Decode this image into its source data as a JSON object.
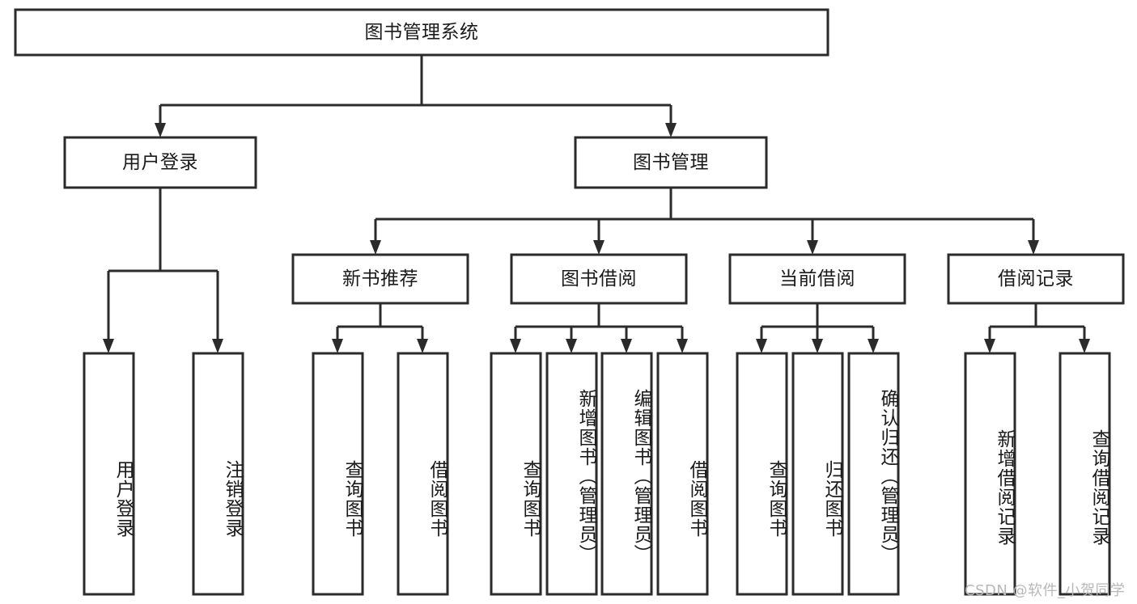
{
  "diagram": {
    "type": "tree",
    "title": "图书管理系统",
    "orientation": "top-down",
    "colors": {
      "box_stroke": "#2b2b2b",
      "box_fill": "#ffffff",
      "text": "#1a1a1a",
      "background": "#ffffff",
      "watermark": "#b8b8b8"
    },
    "nodes": {
      "root": {
        "label": "图书管理系统",
        "level": 0,
        "orientation": "horizontal"
      },
      "l1": [
        {
          "id": "user-login",
          "label": "用户登录",
          "level": 1,
          "orientation": "horizontal"
        },
        {
          "id": "book-manage",
          "label": "图书管理",
          "level": 1,
          "orientation": "horizontal"
        }
      ],
      "l2": [
        {
          "id": "new-book-rec",
          "label": "新书推荐",
          "level": 2,
          "orientation": "horizontal",
          "parent": "book-manage"
        },
        {
          "id": "book-borrow",
          "label": "图书借阅",
          "level": 2,
          "orientation": "horizontal",
          "parent": "book-manage"
        },
        {
          "id": "current-borrow",
          "label": "当前借阅",
          "level": 2,
          "orientation": "horizontal",
          "parent": "book-manage"
        },
        {
          "id": "borrow-record",
          "label": "借阅记录",
          "level": 2,
          "orientation": "horizontal",
          "parent": "book-manage"
        }
      ],
      "leaves": [
        {
          "id": "leaf-user-login",
          "label": "用户登录",
          "parent": "user-login",
          "orientation": "vertical"
        },
        {
          "id": "leaf-user-logout",
          "label": "注销登录",
          "parent": "user-login",
          "orientation": "vertical"
        },
        {
          "id": "leaf-rec-query",
          "label": "查询图书",
          "parent": "new-book-rec",
          "orientation": "vertical"
        },
        {
          "id": "leaf-rec-borrow",
          "label": "借阅图书",
          "parent": "new-book-rec",
          "orientation": "vertical"
        },
        {
          "id": "leaf-borrow-query",
          "label": "查询图书",
          "parent": "book-borrow",
          "orientation": "vertical"
        },
        {
          "id": "leaf-borrow-add",
          "label": "新增图书（管理员）",
          "parent": "book-borrow",
          "orientation": "vertical"
        },
        {
          "id": "leaf-borrow-edit",
          "label": "编辑图书（管理员）",
          "parent": "book-borrow",
          "orientation": "vertical"
        },
        {
          "id": "leaf-borrow-lend",
          "label": "借阅图书",
          "parent": "book-borrow",
          "orientation": "vertical"
        },
        {
          "id": "leaf-cur-query",
          "label": "查询图书",
          "parent": "current-borrow",
          "orientation": "vertical"
        },
        {
          "id": "leaf-cur-return",
          "label": "归还图书",
          "parent": "current-borrow",
          "orientation": "vertical"
        },
        {
          "id": "leaf-cur-confirm",
          "label": "确认归还（管理员）",
          "parent": "current-borrow",
          "orientation": "vertical"
        },
        {
          "id": "leaf-rec-add",
          "label": "新增借阅记录",
          "parent": "borrow-record",
          "orientation": "vertical"
        },
        {
          "id": "leaf-rec-query-record",
          "label": "查询借阅记录",
          "parent": "borrow-record",
          "orientation": "vertical"
        }
      ]
    },
    "watermark": "CSDN @软件_小贺同学"
  }
}
